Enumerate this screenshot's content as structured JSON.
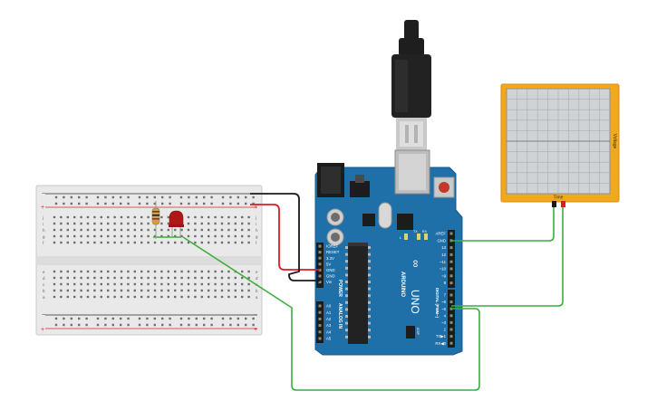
{
  "colors": {
    "breadboard": "#e9e9e9",
    "rail_red": "#d8262c",
    "rail_blue": "#2b2b2b",
    "arduino": "#1f6fa8",
    "arduino_dark": "#15588a",
    "header": "#1c1c1c",
    "chip": "#222222",
    "wire_red": "#d42020",
    "wire_black": "#1a1a1a",
    "wire_green": "#3cae3c",
    "oscilloscope_frame": "#f2a81d",
    "oscilloscope_screen": "#cfd3d6",
    "led": "#b01818",
    "resistor": "#c8a064"
  },
  "breadboard": {
    "rail_plus": "+",
    "rail_minus": "−",
    "row_letters_top": [
      "j",
      "i",
      "h",
      "g",
      "f"
    ],
    "row_letters_bottom": [
      "e",
      "d",
      "c",
      "b",
      "a"
    ]
  },
  "arduino": {
    "brand": "ARDUINO",
    "model": "UNO",
    "logo": "∞",
    "power_label": "POWER",
    "analog_label": "ANALOG IN",
    "digital_label": "DIGITAL (PWM~)",
    "led_labels": [
      "L",
      "TX",
      "RX"
    ],
    "power_pins": [
      "IOREF",
      "RESET",
      "3.3V",
      "5V",
      "GND",
      "GND",
      "Vin"
    ],
    "analog_pins": [
      "A0",
      "A1",
      "A2",
      "A3",
      "A4",
      "A5"
    ],
    "digital_pins_top": [
      "AREF",
      "GND",
      "13",
      "12",
      "~11",
      "~10",
      "~9",
      "8"
    ],
    "digital_pins_bottom": [
      "7",
      "~6",
      "~5",
      "4",
      "~3",
      "2",
      "TX▶1",
      "RX◀0"
    ],
    "icsp_label": "ICSP"
  },
  "oscilloscope": {
    "x_label": "Time",
    "y_label": "Voltage"
  }
}
